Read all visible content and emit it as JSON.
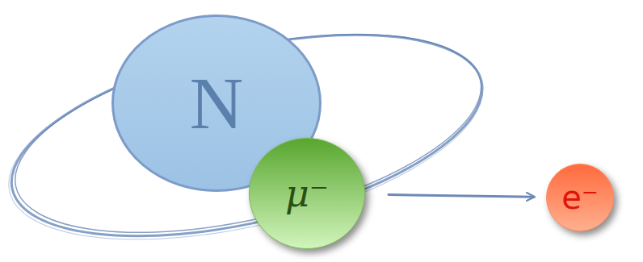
{
  "diagram": {
    "nodes": [
      {
        "text": [
          "N"
        ]
      },
      {
        "text": [
          "μ⁻"
        ]
      },
      {
        "text": [
          "e⁻"
        ]
      }
    ],
    "edges": [
      {
        "from": 1,
        "to": 2,
        "arrow": "to"
      }
    ]
  }
}
